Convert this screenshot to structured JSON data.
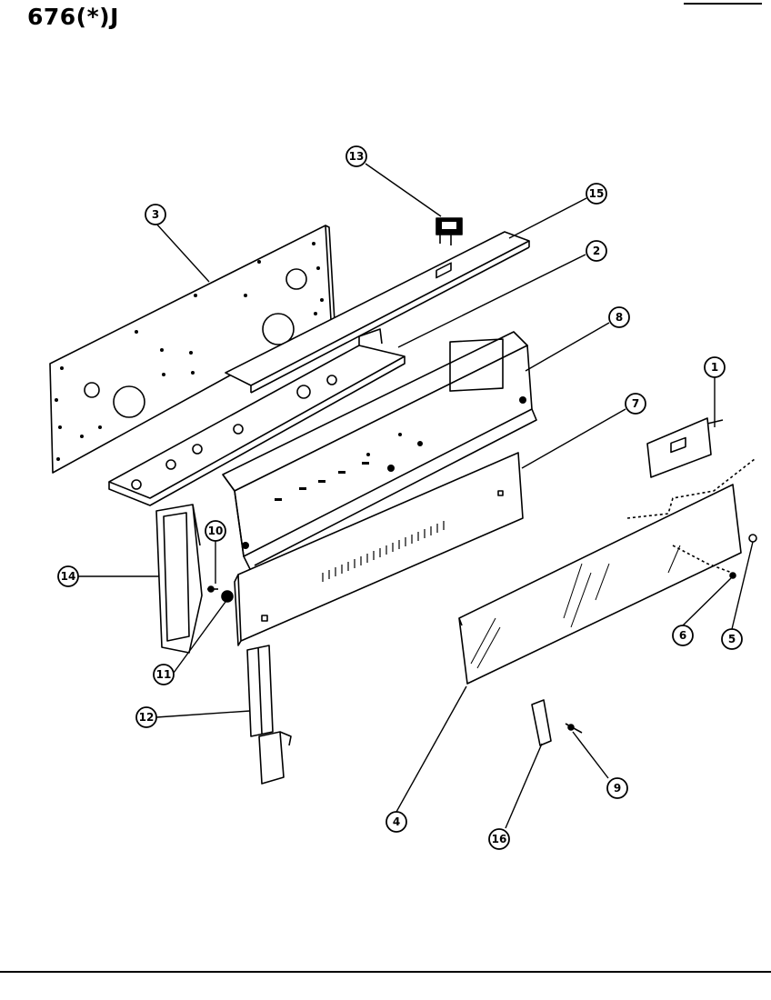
{
  "header": {
    "model": "676(*)J"
  },
  "callouts": [
    {
      "id": "callout-1",
      "label": "1"
    },
    {
      "id": "callout-2",
      "label": "2"
    },
    {
      "id": "callout-3",
      "label": "3"
    },
    {
      "id": "callout-4",
      "label": "4"
    },
    {
      "id": "callout-5",
      "label": "5"
    },
    {
      "id": "callout-6",
      "label": "6"
    },
    {
      "id": "callout-7",
      "label": "7"
    },
    {
      "id": "callout-8",
      "label": "8"
    },
    {
      "id": "callout-9",
      "label": "9"
    },
    {
      "id": "callout-10",
      "label": "10"
    },
    {
      "id": "callout-11",
      "label": "11"
    },
    {
      "id": "callout-12",
      "label": "12"
    },
    {
      "id": "callout-13",
      "label": "13"
    },
    {
      "id": "callout-14",
      "label": "14"
    },
    {
      "id": "callout-15",
      "label": "15"
    },
    {
      "id": "callout-16",
      "label": "16"
    }
  ]
}
